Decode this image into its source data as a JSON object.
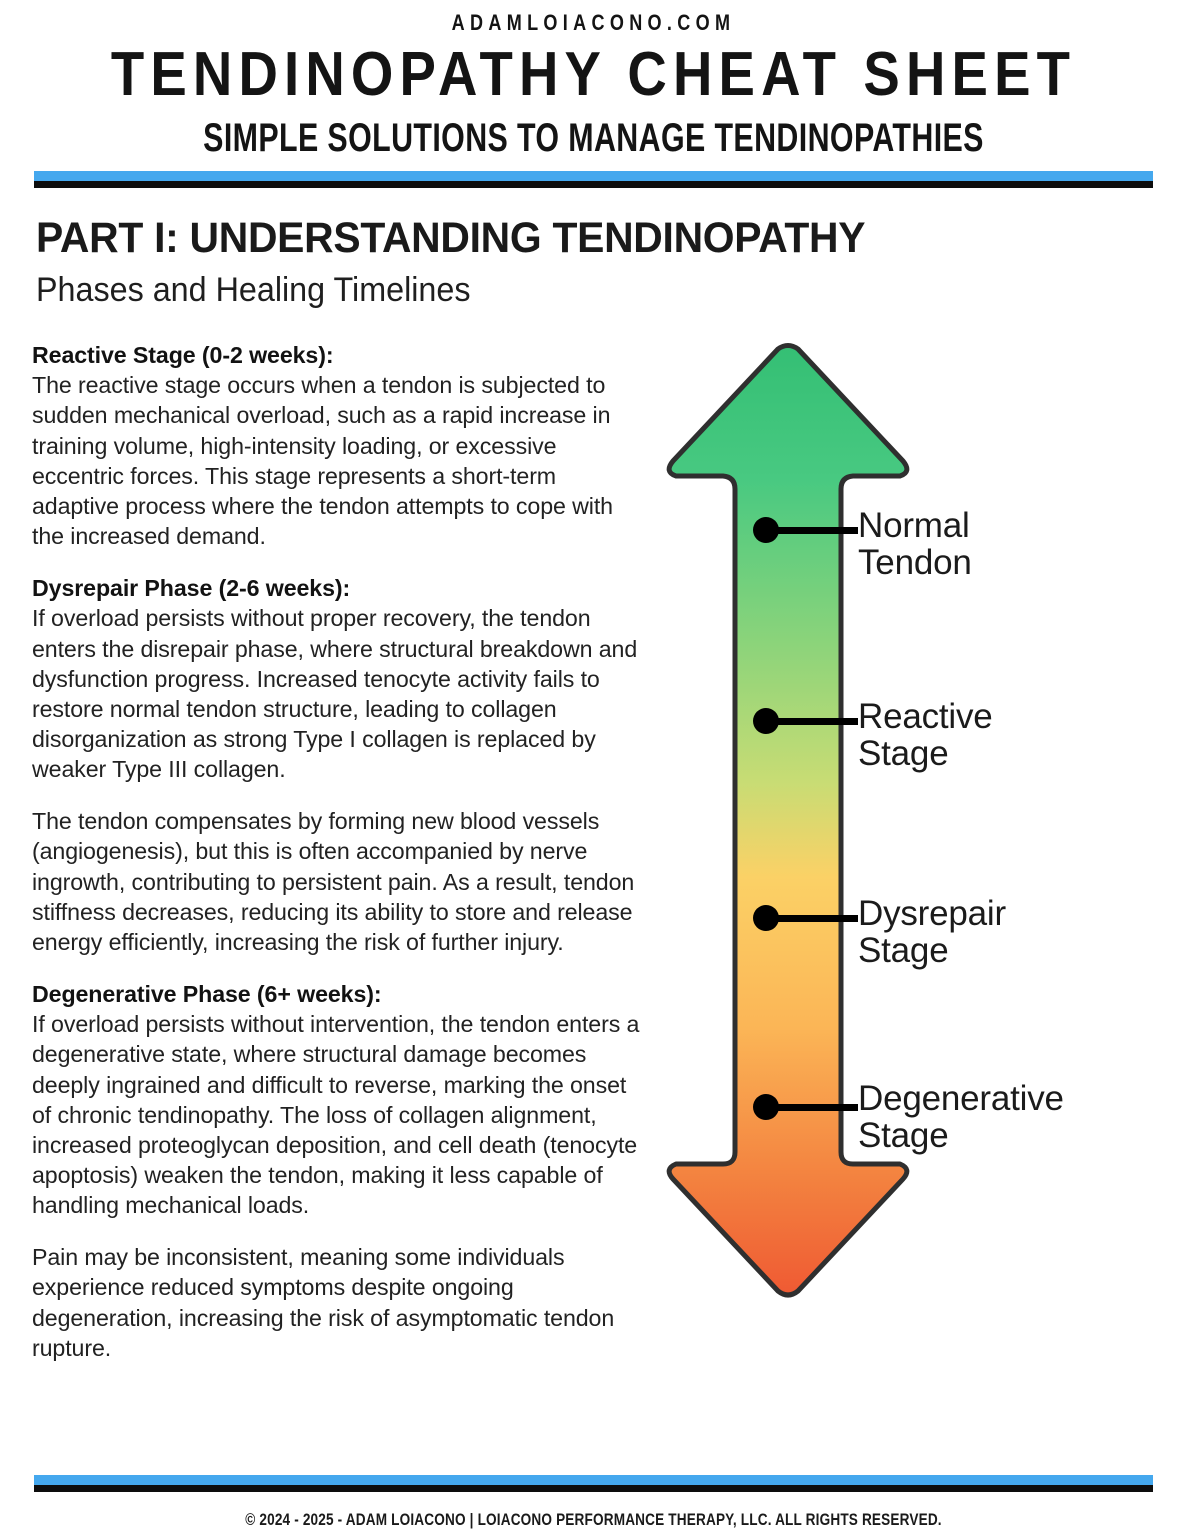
{
  "header": {
    "site_url": "ADAMLOIACONO.COM",
    "title": "TENDINOPATHY CHEAT SHEET",
    "subtitle": "SIMPLE SOLUTIONS TO MANAGE TENDINOPATHIES",
    "accent_blue": "#45a8ee",
    "accent_black": "#0d0d0d"
  },
  "section": {
    "part_title": "PART I: UNDERSTANDING TENDINOPATHY",
    "part_subtitle": "Phases and Healing Timelines"
  },
  "body_text": {
    "p1_heading": "Reactive Stage (0-2 weeks):",
    "p1": "The reactive stage occurs when a tendon is subjected to sudden mechanical overload, such as a rapid increase in training volume, high-intensity loading, or excessive eccentric forces. This stage represents a short-term adaptive process where the tendon attempts to cope with the increased demand.",
    "p2_heading": "Dysrepair Phase (2-6 weeks):",
    "p2": "If overload persists without proper recovery, the tendon enters the disrepair phase, where structural breakdown and dysfunction progress. Increased tenocyte activity fails to restore normal tendon structure, leading to collagen disorganization as strong Type I collagen is replaced by weaker Type III collagen.",
    "p3": "The tendon compensates by forming new blood vessels (angiogenesis), but this is often accompanied by nerve ingrowth, contributing to persistent pain. As a result, tendon stiffness decreases, reducing its ability to store and release energy efficiently, increasing the risk of further injury.",
    "p4_heading": "Degenerative Phase (6+ weeks):",
    "p4": "If overload persists without intervention, the tendon enters a degenerative state, where structural damage becomes deeply ingrained and difficult to reverse, marking the onset of chronic tendinopathy. The loss of collagen alignment, increased proteoglycan deposition, and cell death (tenocyte apoptosis) weaken the tendon, making it less capable of handling mechanical loads.",
    "p5": "Pain may be inconsistent, meaning some individuals experience reduced symptoms despite ongoing degeneration, increasing the risk of asymptomatic tendon rupture."
  },
  "diagram": {
    "gradient_top": "#3ac77d",
    "gradient_mid": "#fbd166",
    "gradient_bottom": "#f0603a",
    "outline_color": "#2b2b2b",
    "callouts": [
      {
        "label": "Normal Tendon"
      },
      {
        "label": "Reactive Stage"
      },
      {
        "label": "Dysrepair Stage"
      },
      {
        "label": "Degenerative\nStage"
      }
    ]
  },
  "footer": {
    "copyright": "© 2024 - 2025 - ADAM LOIACONO  |  LOIACONO PERFORMANCE THERAPY, LLC. ALL RIGHTS RESERVED."
  }
}
